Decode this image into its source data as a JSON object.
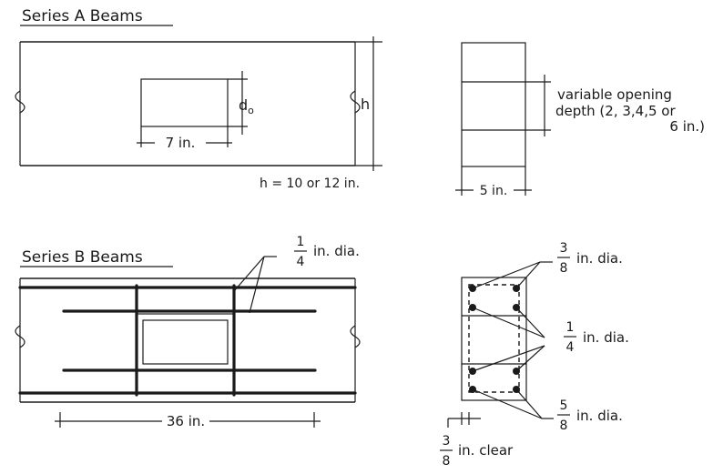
{
  "series_a": {
    "title": "Series A Beams",
    "opening_width": "7 in.",
    "opening_depth": "d",
    "opening_depth_subscript": "o",
    "height_symbol": "h",
    "height_note": "h = 10 or 12 in.",
    "section_width": "5 in.",
    "variable_note_lines": [
      "variable opening",
      "depth (2, 3,4,5 or",
      "6 in.)"
    ]
  },
  "series_b": {
    "title": "Series B Beams",
    "stirrup_fraction": {
      "num": "1",
      "den": "4"
    },
    "stirrup_text": "in. dia.",
    "span_label": "36 in.",
    "top_bar": {
      "num": "3",
      "den": "8",
      "text": "in. dia."
    },
    "mid_bar": {
      "num": "1",
      "den": "4",
      "text": "in. dia."
    },
    "bottom_bar": {
      "num": "5",
      "den": "8",
      "text": "in. dia."
    },
    "clear_cover": {
      "num": "3",
      "den": "8",
      "text": "in. clear"
    }
  }
}
